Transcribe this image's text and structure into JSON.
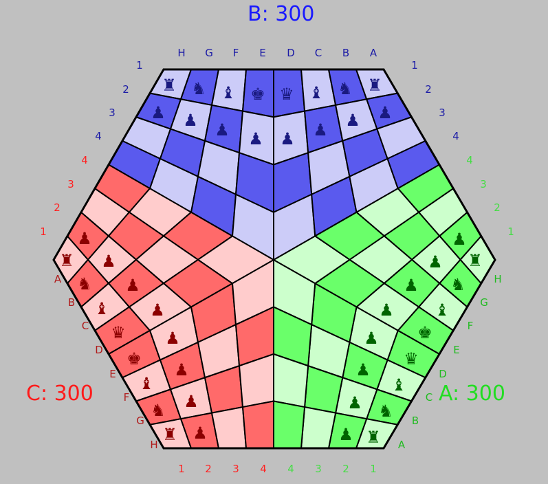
{
  "players": {
    "B": {
      "label": "B: 300",
      "color": "#2222ff"
    },
    "C": {
      "label": "C: 300",
      "color": "#ff2222"
    },
    "A": {
      "label": "A: 300",
      "color": "#22dd22"
    }
  },
  "coords": {
    "b_files": [
      "H",
      "G",
      "F",
      "E",
      "D",
      "C",
      "B",
      "A"
    ],
    "b_ranks_left": [
      "1",
      "2",
      "3",
      "4"
    ],
    "b_ranks_right": [
      "1",
      "2",
      "3",
      "4"
    ],
    "c_ranks_left": [
      "4",
      "3",
      "2",
      "1"
    ],
    "c_files": [
      "A",
      "B",
      "C",
      "D",
      "E",
      "F",
      "G",
      "H"
    ],
    "c_ranks_bottom": [
      "1",
      "2",
      "3",
      "4"
    ],
    "a_ranks_right": [
      "4",
      "3",
      "2",
      "1"
    ],
    "a_files": [
      "H",
      "G",
      "F",
      "E",
      "D",
      "C",
      "B",
      "A"
    ],
    "a_ranks_bottom": [
      "4",
      "3",
      "2",
      "1"
    ]
  },
  "colors": {
    "blue_dark": "#5a5aee",
    "blue_light": "#ccccf8",
    "red_dark": "#ff6a6a",
    "red_light": "#ffcccc",
    "green_dark": "#6aff6a",
    "green_light": "#ccffcc"
  },
  "pieces": {
    "b_back": [
      "♜",
      "♞",
      "♝",
      "♚",
      "♛",
      "♝",
      "♞",
      "♜"
    ],
    "b_pawns": [
      "♟",
      "♟",
      "♟",
      "♟",
      "♟",
      "♟",
      "♟",
      "♟"
    ],
    "c_back": [
      "♜",
      "♞",
      "♝",
      "♛",
      "♚",
      "♝",
      "♞",
      "♜"
    ],
    "c_pawns": [
      "♟",
      "♟",
      "♟",
      "♟",
      "♟",
      "♟",
      "♟",
      "♟"
    ],
    "a_back": [
      "♜",
      "♞",
      "♝",
      "♛",
      "♚",
      "♝",
      "♞",
      "♜"
    ],
    "a_pawns": [
      "♟",
      "♟",
      "♟",
      "♟",
      "♟",
      "♟",
      "♟",
      "♟"
    ]
  }
}
